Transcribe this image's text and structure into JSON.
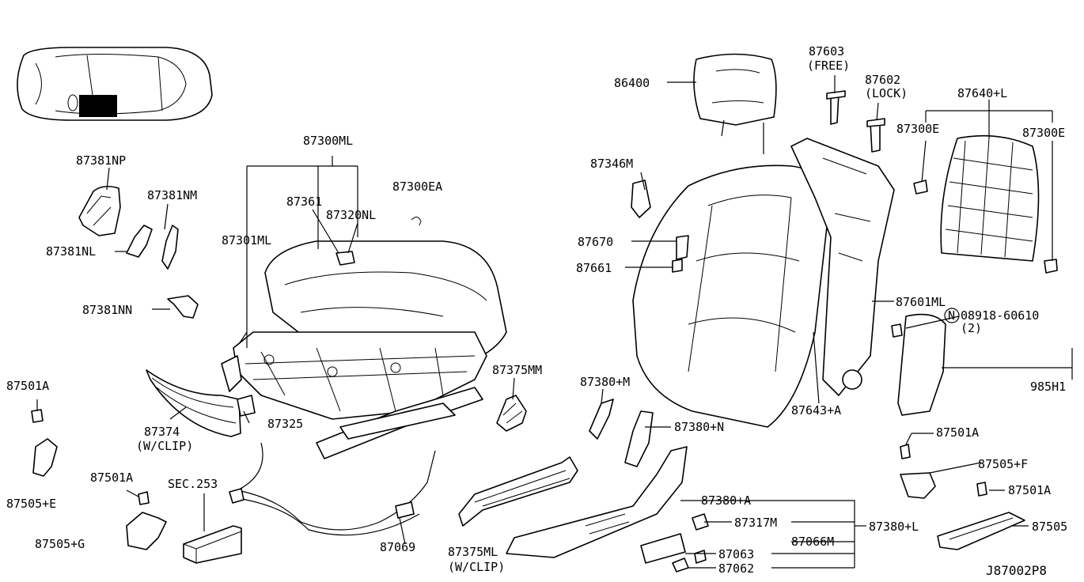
{
  "diagram_code": "J87002P8",
  "labels": {
    "l87300ml": "87300ML",
    "l87301ml": "87301ML",
    "l87361": "87361",
    "l87320nl": "87320NL",
    "l87300ea": "87300EA",
    "l87381np": "87381NP",
    "l87381nm": "87381NM",
    "l87381nl": "87381NL",
    "l87381nn": "87381NN",
    "l87501a_1": "87501A",
    "l87505e": "87505+E",
    "l87374": "87374",
    "l87374_clip": "(W/CLIP)",
    "l87325": "87325",
    "l87501a_2": "87501A",
    "l87505g": "87505+G",
    "lsec253": "SEC.253",
    "l87069": "87069",
    "l87375mm": "87375MM",
    "l87375ml": "87375ML",
    "l87375ml_clip": "(W/CLIP)",
    "l86400": "86400",
    "l87603": "87603",
    "l87603_free": "(FREE)",
    "l87602": "87602",
    "l87602_lock": "(LOCK)",
    "l87640l": "87640+L",
    "l87300e_1": "87300E",
    "l87300e_2": "87300E",
    "l87346m": "87346M",
    "l87670": "87670",
    "l87661": "87661",
    "l87601ml": "87601ML",
    "l08918": "08918-60610",
    "l08918_qty": "(2)",
    "lN": "N",
    "l985h1": "985H1",
    "l87380m": "87380+M",
    "l87380n": "87380+N",
    "l87643a": "87643+A",
    "l87501a_3": "87501A",
    "l87505f": "87505+F",
    "l87501a_4": "87501A",
    "l87380a": "87380+A",
    "l87317m": "87317M",
    "l87380l": "87380+L",
    "l87066m": "87066M",
    "l87063": "87063",
    "l87062": "87062",
    "l87505": "87505"
  }
}
